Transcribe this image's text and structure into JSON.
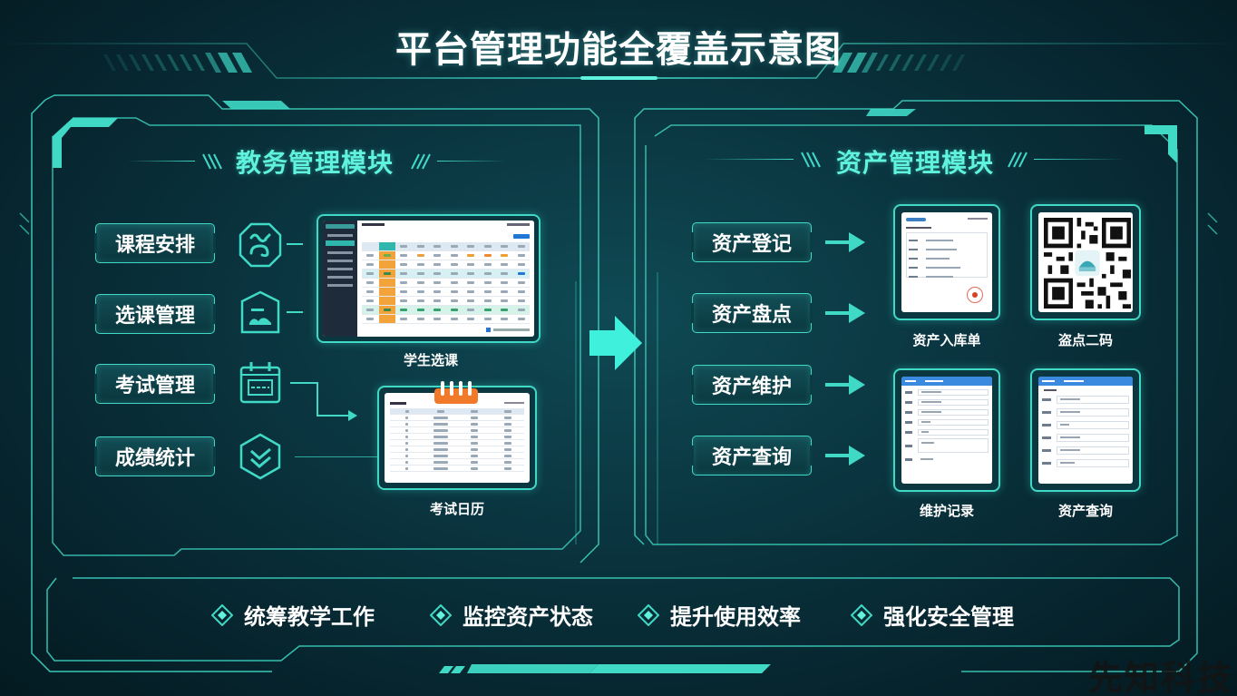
{
  "title": "平台管理功能全覆盖示意图",
  "colors": {
    "accent": "#3fd9c6",
    "accent_bright": "#5ff2dc",
    "bg_dark": "#06222b",
    "panel": "#0b3840",
    "orange": "#f07a2a"
  },
  "left_module": {
    "title": "教务管理模块",
    "items": [
      {
        "label": "课程安排",
        "icon": "route-icon"
      },
      {
        "label": "选课管理",
        "icon": "course-select-icon"
      },
      {
        "label": "考试管理",
        "icon": "calendar-icon"
      },
      {
        "label": "成绩统计",
        "icon": "double-check-icon"
      }
    ],
    "screens": [
      {
        "caption": "学生选课",
        "type": "student-course-selection-screenshot"
      },
      {
        "caption": "考试日历",
        "type": "exam-calendar-screenshot"
      }
    ]
  },
  "center_arrow": "right-arrow-icon",
  "right_module": {
    "title": "资产管理模块",
    "items": [
      {
        "label": "资产登记"
      },
      {
        "label": "资产盘点"
      },
      {
        "label": "资产维护"
      },
      {
        "label": "资产查询"
      }
    ],
    "screens": [
      {
        "caption": "资产入库单",
        "type": "asset-receipt-document"
      },
      {
        "caption": "盗点二码",
        "type": "qr-code"
      },
      {
        "caption": "维护记录",
        "type": "maintenance-form"
      },
      {
        "caption": "资产查询",
        "type": "asset-query-form"
      }
    ]
  },
  "benefits": [
    {
      "label": "统筹教学工作"
    },
    {
      "label": "监控资产状态"
    },
    {
      "label": "提升使用效率"
    },
    {
      "label": "强化安全管理"
    }
  ],
  "watermark": "先知科技"
}
